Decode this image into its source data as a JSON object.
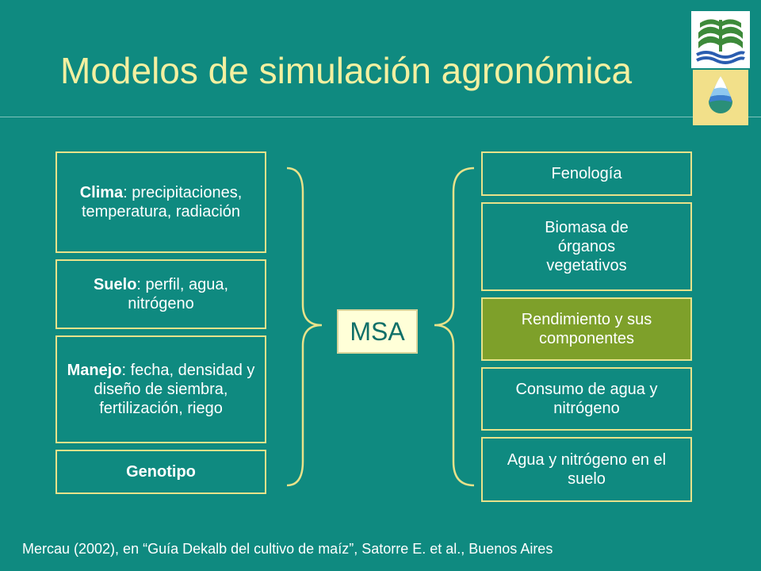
{
  "title": "Modelos de simulación agronómica",
  "inputs": [
    {
      "bold": "Clima",
      "rest": ": precipitaciones, temperatura, radiación"
    },
    {
      "bold": "Suelo",
      "rest": ": perfil, agua, nitrógeno"
    },
    {
      "bold": "Manejo",
      "rest": ": fecha, densidad y diseño de siembra, fertilización, riego"
    },
    {
      "bold": "Genotipo",
      "rest": ""
    }
  ],
  "center_label": "MSA",
  "outputs": [
    {
      "label": "Fenología"
    },
    {
      "label": "Biomasa de órganos vegetativos"
    },
    {
      "label": "Rendimiento y sus componentes"
    },
    {
      "label": "Consumo de agua y nitrógeno"
    },
    {
      "label": "Agua y nitrógeno en el suelo"
    }
  ],
  "citation": "Mercau (2002), en “Guía Dekalb del cultivo de maíz”, Satorre E. et al., Buenos Aires",
  "colors": {
    "background": "#0f8a80",
    "title": "#f3f0a0",
    "box_border": "#e8e28a",
    "highlight": "#7ea02a",
    "msa_fill": "#ffffd8"
  },
  "icons": [
    "book-leaf-logo-icon",
    "water-drop-logo-icon"
  ]
}
